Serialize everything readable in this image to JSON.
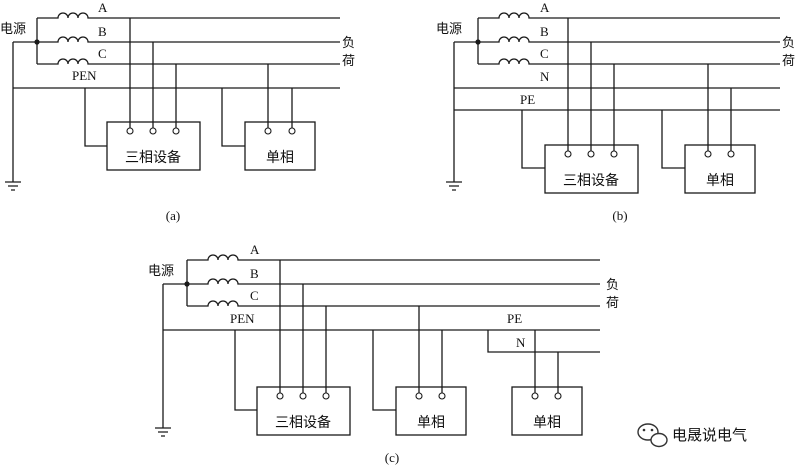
{
  "colors": {
    "line": "#1a1a1a",
    "background": "#ffffff",
    "watermark": "#333333"
  },
  "panels": {
    "a": {
      "caption": "(a)",
      "source": "电源",
      "load_label_1": "负",
      "load_label_2": "荷",
      "lines": {
        "A": "A",
        "B": "B",
        "C": "C",
        "PEN": "PEN"
      },
      "box_three_phase": "三相设备",
      "box_single_phase": "单相"
    },
    "b": {
      "caption": "(b)",
      "source": "电源",
      "load_label_1": "负",
      "load_label_2": "荷",
      "lines": {
        "A": "A",
        "B": "B",
        "C": "C",
        "N": "N",
        "PE": "PE"
      },
      "box_three_phase": "三相设备",
      "box_single_phase": "单相"
    },
    "c": {
      "caption": "(c)",
      "source": "电源",
      "load_label_1": "负",
      "load_label_2": "荷",
      "lines": {
        "A": "A",
        "B": "B",
        "C": "C",
        "PEN": "PEN",
        "PE": "PE",
        "N": "N"
      },
      "box_three_phase": "三相设备",
      "box_single_phase_1": "单相",
      "box_single_phase_2": "单相"
    }
  },
  "watermark": {
    "icon": "wechat-icon",
    "text": "电晟说电气"
  }
}
